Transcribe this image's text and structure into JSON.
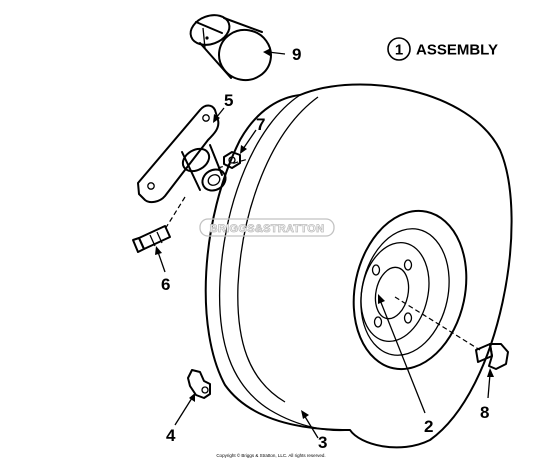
{
  "diagram": {
    "legend": {
      "number": "1",
      "text": "ASSEMBLY"
    },
    "callouts": {
      "bearing_cap": "9",
      "axle_bracket": "5",
      "nut": "7",
      "bolt_long": "6",
      "wheel_rim": "2",
      "tire": "3",
      "valve_stem": "4",
      "hex_bolt": "8"
    },
    "watermark": "BRIGGS&STRATTON",
    "copyright": "Copyright © Briggs & Stratton, LLC. All rights reserved."
  }
}
